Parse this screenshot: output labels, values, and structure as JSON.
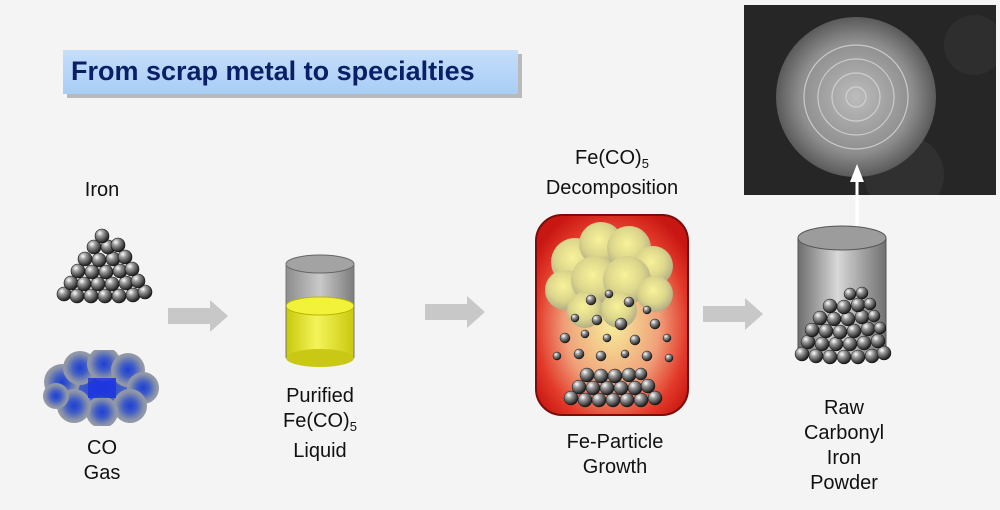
{
  "title": "From scrap metal to specialties",
  "labels": {
    "iron": "Iron",
    "co_gas_line1": "CO",
    "co_gas_line2": "Gas",
    "purified_line1": "Purified",
    "purified_line2_main": "Fe(CO)",
    "purified_line2_sub": "5",
    "purified_line3": "Liquid",
    "decomp_line1_main": "Fe(CO)",
    "decomp_line1_sub": "5",
    "decomp_line2": "Decomposition",
    "growth_line1": "Fe-Particle",
    "growth_line2": "Growth",
    "powder_line1": "Raw",
    "powder_line2": "Carbonyl",
    "powder_line3": "Iron",
    "powder_line4": "Powder"
  },
  "colors": {
    "title_bg": "#a9cdf6",
    "title_text": "#0a1f66",
    "liquid": "#e8ea2a",
    "reactor": "#d8201c",
    "gas": "#2a49c8",
    "arrow": "#c8c8c8"
  },
  "icons": [
    "iron-pellets-icon",
    "co-gas-cloud-icon",
    "process-arrow-icon",
    "liquid-cylinder-icon",
    "reactor-icon",
    "powder-cylinder-icon",
    "microscope-particle-image"
  ]
}
